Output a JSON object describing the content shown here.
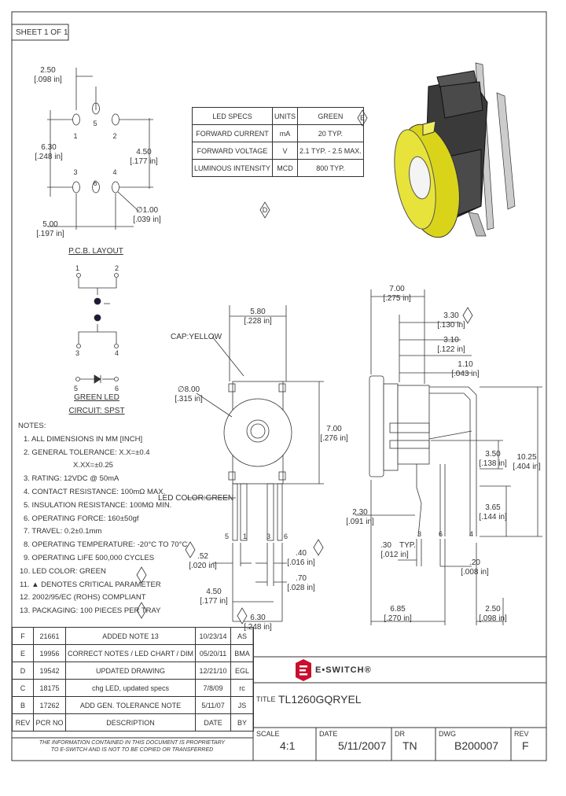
{
  "sheet": "SHEET 1 OF 1",
  "pcb": {
    "dim_pitch_x": "2.50",
    "dim_pitch_x_in": "[.098 in]",
    "dim_height": "6.30",
    "dim_height_in": "[.248 in]",
    "dim_row": "4.50",
    "dim_row_in": "[.177 in]",
    "dim_width": "5.00",
    "dim_width_in": "[.197 in]",
    "dim_hole": "∅1.00",
    "dim_hole_in": "[.039 in]",
    "pins": [
      "1",
      "2",
      "3",
      "4",
      "5",
      "6"
    ],
    "title": "P.C.B. LAYOUT"
  },
  "circuit": {
    "pins": [
      "1",
      "2",
      "3",
      "4",
      "5",
      "6"
    ],
    "led_label": "GREEN LED",
    "title": "CIRCUIT: SPST"
  },
  "led_specs": {
    "header": [
      "LED SPECS",
      "UNITS",
      "GREEN"
    ],
    "rows": [
      [
        "FORWARD CURRENT",
        "mA",
        "20 TYP."
      ],
      [
        "FORWARD VOLTAGE",
        "V",
        "2.1 TYP. - 2.5 MAX."
      ],
      [
        "LUMINOUS INTENSITY",
        "MCD",
        "800 TYP."
      ]
    ],
    "rev_e": "E",
    "rev_d": "D"
  },
  "front_view": {
    "cap_label": "CAP:YELLOW",
    "led_label": "LED COLOR:GREEN",
    "w": "5.80",
    "w_in": "[.228 in]",
    "dia": "∅8.00",
    "dia_in": "[.315 in]",
    "h": "7.00",
    "h_in": "[.276 in]",
    "p1": ".52",
    "p1_in": "[.020 in]",
    "p2": ".40",
    "p2_in": "[.016 in]",
    "p3": ".70",
    "p3_in": "[.028 in]",
    "p4": "4.50",
    "p4_in": "[.177 in]",
    "p5": "6.30",
    "p5_in": "[.248 in]",
    "pins": [
      "5",
      "1",
      "3",
      "6"
    ]
  },
  "side_view": {
    "d1": "7.00",
    "d1_in": "[.275 in]",
    "d2": "3.30",
    "d2_in": "[.130 in]",
    "d3": "3.10",
    "d3_in": "[.122 in]",
    "d4": "1.10",
    "d4_in": "[.043 in]",
    "d5": "3.50",
    "d5_in": "[.138 in]",
    "d6": "10.25",
    "d6_in": "[.404 in]",
    "d7": "3.65",
    "d7_in": "[.144 in]",
    "d8": "2.30",
    "d8_in": "[.091 in]",
    "d9": ".30",
    "d9_typ": "TYP.",
    "d9_in": "[.012 in]",
    "d10": ".20",
    "d10_in": "[.008 in]",
    "d11": "6.85",
    "d11_in": "[.270 in]",
    "d12": "2.50",
    "d12_in": "[.098 in]",
    "pins": [
      "3",
      "6",
      "4"
    ]
  },
  "notes": [
    "NOTES:",
    "1. ALL DIMENSIONS IN MM [INCH]",
    "2. GENERAL TOLERANCE: X.X=±0.4",
    "X.XX=±0.25",
    "3. RATING: 12VDC @ 50mA",
    "4. CONTACT RESISTANCE: 100mΩ MAX.",
    "5. INSULATION RESISTANCE: 100MΩ MIN.",
    "6. OPERATING FORCE: 160±50gf",
    "7. TRAVEL: 0.2±0.1mm",
    "8. OPERATING TEMPERATURE: -20°C TO 70°C",
    "9. OPERATING LIFE 500,000 CYCLES",
    "10. LED COLOR: GREEN",
    "11. ▲ DENOTES CRITICAL PARAMETER",
    "12. 2002/95/EC (ROHS) COMPLIANT",
    "13. PACKAGING: 100 PIECES PER TRAY"
  ],
  "revisions": [
    [
      "F",
      "21661",
      "ADDED NOTE 13",
      "10/23/14",
      "AS"
    ],
    [
      "E",
      "19956",
      "CORRECT NOTES / LED CHART / DIM",
      "05/20/11",
      "BMA"
    ],
    [
      "D",
      "19542",
      "UPDATED DRAWING",
      "12/21/10",
      "EGL"
    ],
    [
      "C",
      "18175",
      "chg LED, updated specs",
      "7/8/09",
      "rc"
    ],
    [
      "B",
      "17262",
      "ADD GEN. TOLERANCE NOTE",
      "5/11/07",
      "JS"
    ],
    [
      "REV",
      "PCR NO",
      "DESCRIPTION",
      "DATE",
      "BY"
    ]
  ],
  "disclaimer": [
    "THE INFORMATION CONTAINED IN THIS DOCUMENT IS PROPRIETARY",
    "TO E-SWITCH AND IS NOT TO BE COPIED OR TRANSFERRED"
  ],
  "title_block": {
    "brand": "E•SWITCH®",
    "title_label": "TITLE",
    "title": "TL1260GQRYEL",
    "scale_label": "SCALE",
    "scale": "4:1",
    "date_label": "DATE",
    "date": "5/11/2007",
    "dr_label": "DR",
    "dr": "TN",
    "dwg_label": "DWG",
    "dwg": "B200007",
    "rev_label": "REV",
    "rev": "F"
  },
  "colors": {
    "cap": "#d9d41a",
    "body": "#3a3a3a",
    "led_dot": "#1a1a3a"
  }
}
